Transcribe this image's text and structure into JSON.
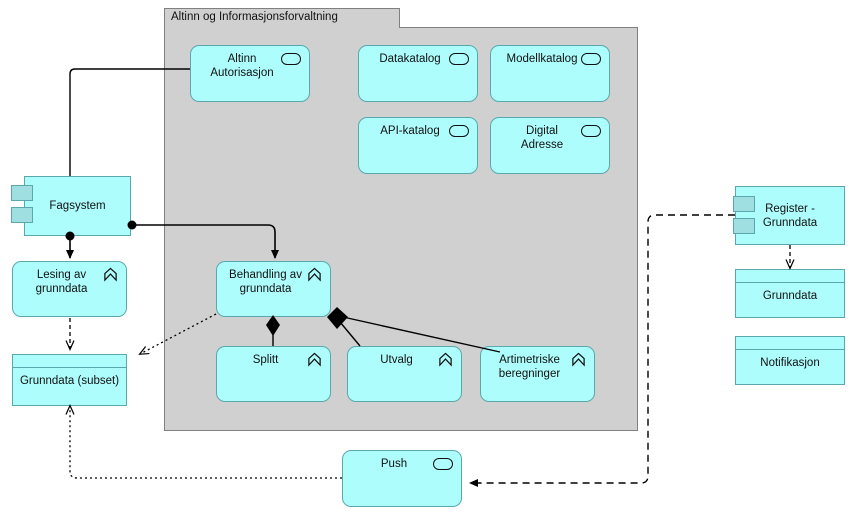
{
  "diagram": {
    "title": "Altinn og Informasjonsforvaltning",
    "colors": {
      "node_fill": "#aefdfd",
      "node_border": "#5aa8ad",
      "package_fill": "#d0d0d0",
      "package_border": "#808080",
      "line": "#000000",
      "text": "#111111"
    }
  },
  "package": {
    "name": "Altinn og Informasjonsforvaltning",
    "label": "Altinn og Informasjonsforvaltning"
  },
  "nodes": {
    "altinn_autorisasjon": {
      "label": "Altinn\nAutorisasjon",
      "line1": "Altinn",
      "line2": "Autorisasjon",
      "icon": "oval-service-icon"
    },
    "datakatalog": {
      "label": "Datakatalog",
      "line1": "Datakatalog",
      "line2": "",
      "icon": "oval-service-icon"
    },
    "modellkatalog": {
      "label": "Modellkatalog",
      "line1": "Modellkatalog",
      "line2": "",
      "icon": "oval-service-icon"
    },
    "api_katalog": {
      "label": "API-katalog",
      "line1": "API-katalog",
      "line2": "",
      "icon": "oval-service-icon"
    },
    "digital_adresse": {
      "label": "Digital\nAdresse",
      "line1": "Digital",
      "line2": "Adresse",
      "icon": "oval-service-icon"
    },
    "fagsystem": {
      "label": "Fagsystem",
      "line1": "Fagsystem",
      "line2": "",
      "icon": "component-icon"
    },
    "lesing_av_grunndata": {
      "label": "Lesing av\ngrunndata",
      "line1": "Lesing av",
      "line2": "grunndata",
      "icon": "chevron-function-icon"
    },
    "grunndata_subset": {
      "label": "Grunndata (subset)",
      "line1": "Grunndata (subset)",
      "line2": "",
      "icon": "data-object-icon"
    },
    "behandling_av_grunndata": {
      "label": "Behandling av\ngrunndata",
      "line1": "Behandling av",
      "line2": "grunndata",
      "icon": "chevron-function-icon"
    },
    "splitt": {
      "label": "Splitt",
      "line1": "Splitt",
      "line2": "",
      "icon": "chevron-function-icon"
    },
    "utvalg": {
      "label": "Utvalg",
      "line1": "Utvalg",
      "line2": "",
      "icon": "chevron-function-icon"
    },
    "artimetriske_beregninger": {
      "label": "Artimetriske\nberegninger",
      "line1": "Artimetriske",
      "line2": "beregninger",
      "icon": "chevron-function-icon"
    },
    "register_grunndata": {
      "label": "Register -\nGrunndata",
      "line1": "Register -",
      "line2": "Grunndata",
      "icon": "component-icon"
    },
    "grunndata": {
      "label": "Grunndata",
      "line1": "Grunndata",
      "line2": "",
      "icon": "data-object-icon"
    },
    "notifikasjon": {
      "label": "Notifikasjon",
      "line1": "Notifikasjon",
      "line2": "",
      "icon": "data-object-icon"
    },
    "push": {
      "label": "Push",
      "line1": "Push",
      "line2": "",
      "icon": "oval-service-icon"
    }
  },
  "edges": [
    {
      "name": "fagsystem-to-altinn-autorisasjon",
      "from": "fagsystem",
      "to": "altinn_autorisasjon",
      "style": "solid",
      "end": "none"
    },
    {
      "name": "fagsystem-to-behandling-av-grunndata",
      "from": "fagsystem",
      "to": "behandling_av_grunndata",
      "style": "solid",
      "end": "arrow",
      "start": "ball"
    },
    {
      "name": "fagsystem-to-lesing-av-grunndata",
      "from": "fagsystem",
      "to": "lesing_av_grunndata",
      "style": "solid",
      "end": "arrow",
      "start": "ball"
    },
    {
      "name": "lesing-av-grunndata-to-grunndata-subset",
      "from": "lesing_av_grunndata",
      "to": "grunndata_subset",
      "style": "dashed",
      "end": "arrow"
    },
    {
      "name": "behandling-av-grunndata-to-grunndata-subset",
      "from": "behandling_av_grunndata",
      "to": "grunndata_subset",
      "style": "dotted",
      "end": "arrow"
    },
    {
      "name": "behandling-av-grunndata-composes-splitt",
      "from": "behandling_av_grunndata",
      "to": "splitt",
      "style": "solid",
      "end": "filled-diamond"
    },
    {
      "name": "behandling-av-grunndata-composes-utvalg",
      "from": "behandling_av_grunndata",
      "to": "utvalg",
      "style": "solid",
      "end": "filled-diamond"
    },
    {
      "name": "behandling-av-grunndata-composes-artimetriske",
      "from": "behandling_av_grunndata",
      "to": "artimetriske_beregninger",
      "style": "solid",
      "end": "filled-diamond"
    },
    {
      "name": "register-grunndata-to-grunndata",
      "from": "register_grunndata",
      "to": "grunndata",
      "style": "dashed",
      "end": "arrow"
    },
    {
      "name": "register-grunndata-to-push",
      "from": "register_grunndata",
      "to": "push",
      "style": "dashed",
      "end": "arrow"
    },
    {
      "name": "push-to-grunndata-subset",
      "from": "push",
      "to": "grunndata_subset",
      "style": "dotted",
      "end": "arrow"
    }
  ]
}
